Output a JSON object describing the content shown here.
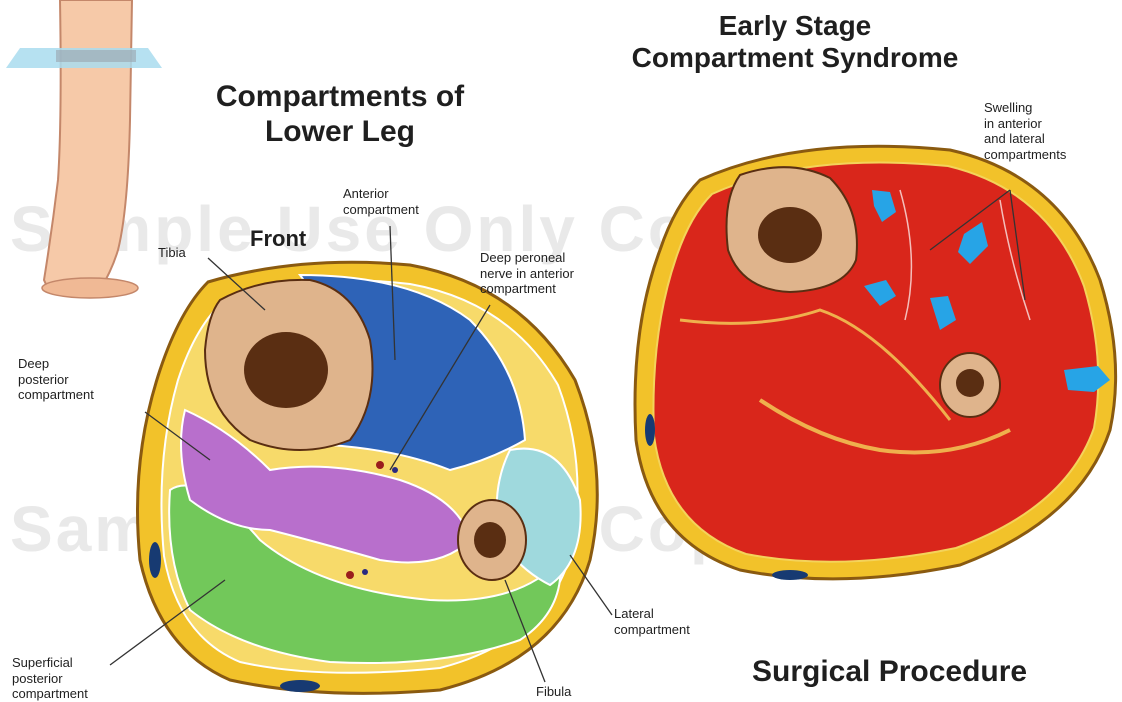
{
  "titles": {
    "early_stage_line1": "Early Stage",
    "early_stage_line2": "Compartment Syndrome",
    "compartments_line1": "Compartments of",
    "compartments_line2": "Lower Leg",
    "front": "Front",
    "surgical_procedure": "Surgical Procedure"
  },
  "labels": {
    "tibia": "Tibia",
    "anterior_line1": "Anterior",
    "anterior_line2": "compartment",
    "deep_peroneal_line1": "Deep peroneal",
    "deep_peroneal_line2": "nerve in anterior",
    "deep_peroneal_line3": "compartment",
    "deep_posterior_line1": "Deep",
    "deep_posterior_line2": "posterior",
    "deep_posterior_line3": "compartment",
    "superficial_line1": "Superficial",
    "superficial_line2": "posterior",
    "superficial_line3": "compartment",
    "lateral_line1": "Lateral",
    "lateral_line2": "compartment",
    "fibula": "Fibula",
    "swelling_line1": "Swelling",
    "swelling_line2": "in anterior",
    "swelling_line3": "and lateral",
    "swelling_line4": "compartments"
  },
  "watermark": {
    "text": "Sample Use Only Copyright"
  },
  "colors": {
    "skin": "#f2c22a",
    "tibia": "#dfb48c",
    "marrow": "#5a2e12",
    "anterior": "#2e63b7",
    "lateral": "#9fd9dd",
    "deep_posterior": "#b86fcc",
    "superficial_posterior": "#72c85a",
    "swollen_muscle": "#d9261b",
    "swelling_arrow": "#27a4e6"
  }
}
